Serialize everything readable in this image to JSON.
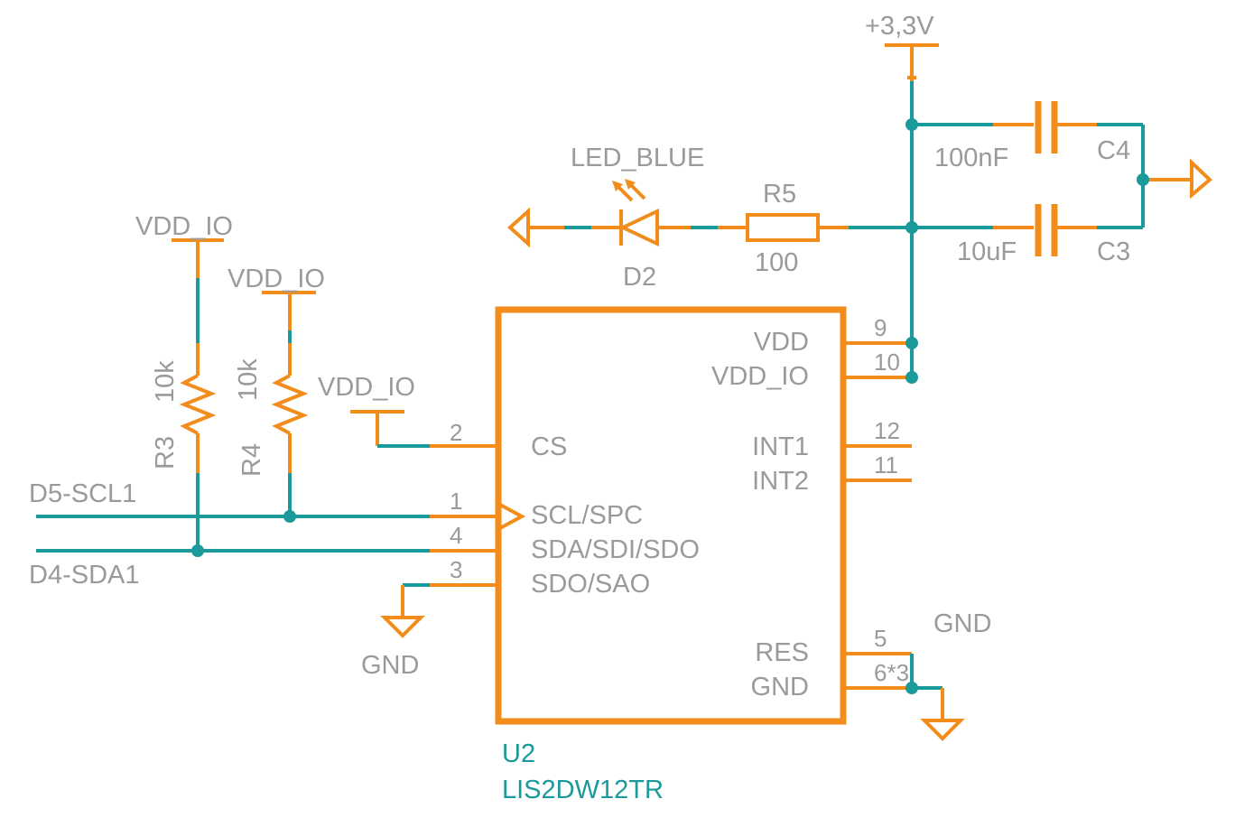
{
  "colors": {
    "wire": "#1a9a9a",
    "component": "#f28c1a",
    "label": "#9a9a9a",
    "part_label": "#1a9a9a",
    "background": "#ffffff"
  },
  "power": {
    "v33": "+3,3V",
    "vddio_r3": "VDD_IO",
    "vddio_r4": "VDD_IO",
    "vddio_cs": "VDD_IO",
    "gnd_left": "GND",
    "gnd_right": "GND"
  },
  "nets": {
    "scl": "D5-SCL1",
    "sda": "D4-SDA1"
  },
  "resistors": {
    "r3": {
      "name": "R3",
      "value": "10k"
    },
    "r4": {
      "name": "R4",
      "value": "10k"
    },
    "r5": {
      "name": "R5",
      "value": "100"
    }
  },
  "capacitors": {
    "c4": {
      "name": "C4",
      "value": "100nF"
    },
    "c3": {
      "name": "C3",
      "value": "10uF"
    }
  },
  "led": {
    "name": "D2",
    "value": "LED_BLUE"
  },
  "ic": {
    "ref": "U2",
    "part": "LIS2DW12TR",
    "left_pins": [
      {
        "name": "CS",
        "number": "2"
      },
      {
        "name": "SCL/SPC",
        "number": "1"
      },
      {
        "name": "SDA/SDI/SDO",
        "number": "4"
      },
      {
        "name": "SDO/SAO",
        "number": "3"
      }
    ],
    "right_pins": [
      {
        "name": "VDD",
        "number": "9"
      },
      {
        "name": "VDD_IO",
        "number": "10"
      },
      {
        "name": "INT1",
        "number": "12"
      },
      {
        "name": "INT2",
        "number": "11"
      },
      {
        "name": "RES",
        "number": "5"
      },
      {
        "name": "GND",
        "number": "6*3"
      }
    ]
  }
}
